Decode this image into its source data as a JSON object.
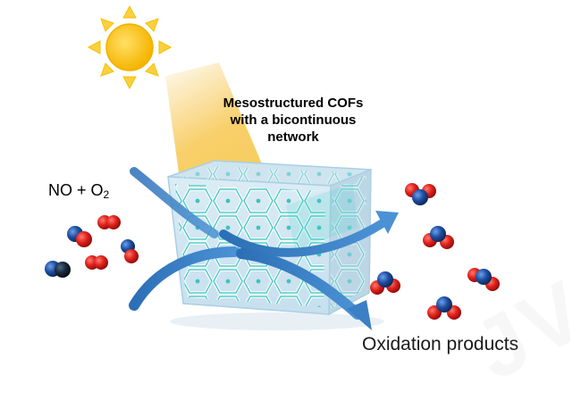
{
  "diagram": {
    "title_lines": [
      "Mesostructured COFs",
      "with a bicontinuous",
      "network"
    ],
    "reactants": {
      "prefix": "NO + O",
      "subscript": "2"
    },
    "products": "Oxidation products",
    "watermark": "JV"
  },
  "colors": {
    "sun": "#f7c21c",
    "sun_ray": "#fbd040",
    "light_beam": "#f4b41c",
    "cube_frame": "#a9d0e2",
    "framework": "#2fbfba",
    "arrow": "#3b80c4",
    "oxygen": "#d81c1c",
    "nitrogen": "#1f4fa3",
    "carbon_like": "#1a2a3a"
  },
  "icons": [
    "sun-icon",
    "no-molecule-icon",
    "o2-molecule-icon",
    "no2-molecule-icon"
  ]
}
